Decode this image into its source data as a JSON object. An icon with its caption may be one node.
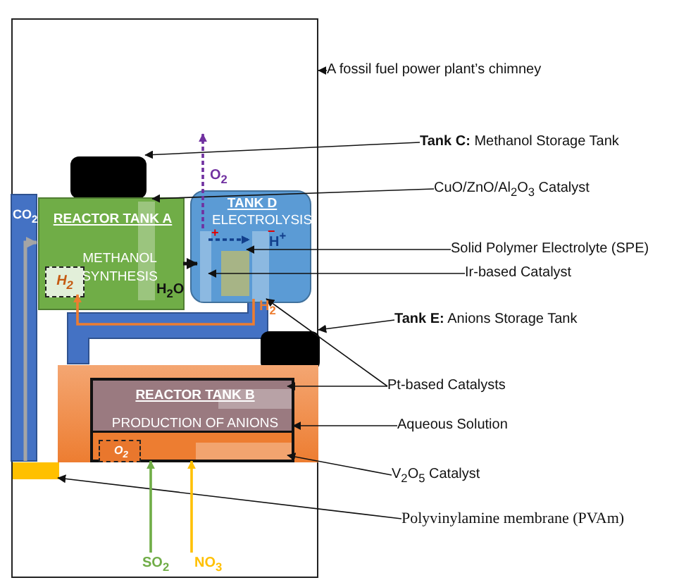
{
  "diagram": {
    "nodes": [
      {
        "text": [],
        "shape": "box"
      },
      {
        "text": [],
        "shape": "box",
        "in": 0
      },
      {
        "text": [
          "REACTOR TANK A",
          "METHANOL SYNTHESIS"
        ],
        "in": 0
      },
      {
        "text": [],
        "shape": "bar",
        "in": 2
      },
      {
        "text": [
          "H$_{2}$"
        ],
        "in": 2
      },
      {
        "text": [
          "TANK D",
          "ELECTROLYSIS"
        ],
        "in": 0
      },
      {
        "text": [],
        "shape": "bar",
        "in": 5
      },
      {
        "text": [],
        "shape": "box",
        "in": 5
      },
      {
        "text": [],
        "shape": "bar",
        "in": 5
      },
      {
        "text": [],
        "shape": "box",
        "in": 0
      },
      {
        "text": [],
        "shape": "box",
        "in": 0
      },
      {
        "text": [
          "REACTOR TANK B",
          "PRODUCTION OF ANIONS"
        ],
        "in": 10
      },
      {
        "text": [],
        "shape": "bar",
        "in": 11
      },
      {
        "text": [
          "O$_{2}$"
        ],
        "in": 11
      },
      {
        "text": [],
        "shape": "bar",
        "in": 11
      },
      {
        "text": [],
        "shape": "bar",
        "in": 0
      },
      {
        "text": [
          "A fossil fuel power plant’s chimney"
        ]
      },
      {
        "text": [
          "**Tank C:** Methanol Storage Tank"
        ]
      },
      {
        "text": [
          "CuO/ZnO/Al$_{2}$O$_{3}$ Catalyst"
        ]
      },
      {
        "text": [
          "Solid Polymer Electrolyte (SPE)"
        ]
      },
      {
        "text": [
          "Ir-based Catalyst"
        ]
      },
      {
        "text": [
          "**Tank E:** Anions Storage Tank"
        ]
      },
      {
        "text": [
          "Pt-based Catalysts"
        ]
      },
      {
        "text": [
          "Aqueous Solution"
        ]
      },
      {
        "text": [
          "V$_{2}$O$_{5}$ Catalyst"
        ]
      },
      {
        "text": [
          "Polyvinylamine membrane (PVAm)"
        ]
      }
    ],
    "edges": [
      {
        "from": 16,
        "to": 0,
        "arrow": "to"
      },
      {
        "from": 17,
        "to": 1,
        "arrow": "to"
      },
      {
        "from": 18,
        "to": 3,
        "arrow": "to"
      },
      {
        "from": 19,
        "to": 7,
        "arrow": "to"
      },
      {
        "from": 20,
        "to": 6,
        "arrow": "to"
      },
      {
        "from": 21,
        "to": 9,
        "arrow": "to"
      },
      {
        "from": 22,
        "to": 8,
        "arrow": "to"
      },
      {
        "from": 22,
        "to": 12,
        "arrow": "to"
      },
      {
        "from": 23,
        "to": 11,
        "arrow": "to"
      },
      {
        "from": 24,
        "to": 14,
        "arrow": "to"
      },
      {
        "from": 25,
        "to": 15,
        "arrow": "to"
      },
      {
        "from": 2,
        "to": 6,
        "arrow": "to",
        "label": "H$_{2}$O",
        "style": "thick"
      },
      {
        "from": 6,
        "to": 8,
        "arrow": "to",
        "label": "H$^{+}$",
        "style": "dashed",
        "color": "#123f8c"
      },
      {
        "from": 6,
        "to": null,
        "arrow": "to",
        "label": "O$_{2}$",
        "style": "dashed",
        "color": "#7030a0"
      },
      {
        "from": 8,
        "to": 4,
        "arrow": "to",
        "label": "H$_{2}$",
        "color": "#ed7d31"
      },
      {
        "from": null,
        "to": 11,
        "arrow": "to",
        "label": "SO$_{2}$",
        "color": "#70ad47"
      },
      {
        "from": null,
        "to": 11,
        "arrow": "to",
        "label": "NO$_{3}$",
        "color": "#ffc000"
      },
      {
        "from": 15,
        "to": 2,
        "arrow": "to",
        "style": "thick",
        "color": "#a5a5a5"
      }
    ],
    "labels": [
      "CO$_{2}$",
      "+",
      "−"
    ]
  }
}
